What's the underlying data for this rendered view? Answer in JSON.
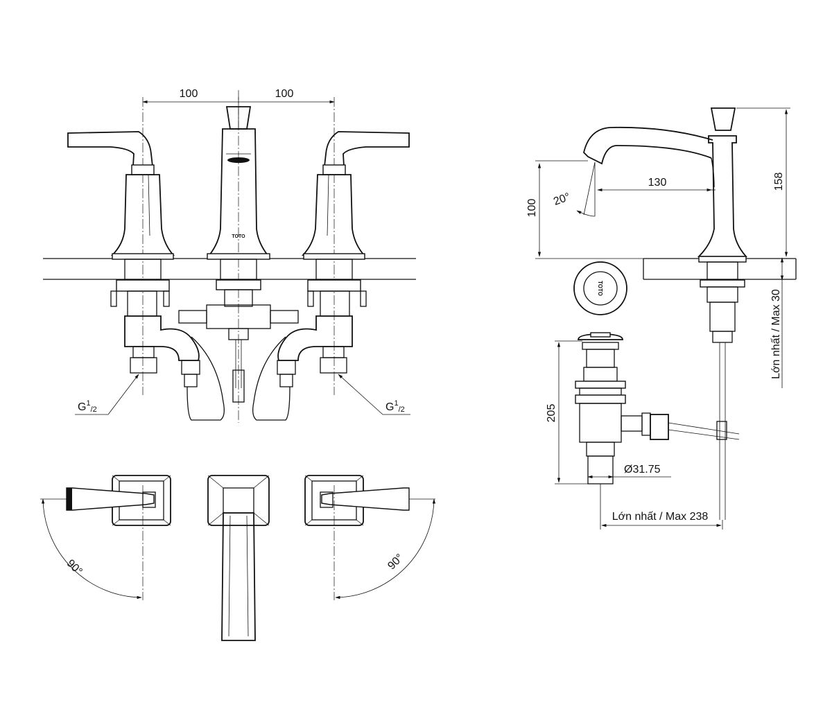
{
  "front_view": {
    "spacing_left": "100",
    "spacing_right": "100",
    "thread_left": "G",
    "thread_left_sup": "1",
    "thread_left_sub": "/2",
    "thread_right": "G",
    "thread_right_sup": "1",
    "thread_right_sub": "/2",
    "brand_mark": "TOTO"
  },
  "plan_view": {
    "angle_left": "90°",
    "angle_right": "90°"
  },
  "side_view": {
    "reach": "130",
    "spout_angle": "20°",
    "spout_height": "100",
    "total_height": "158",
    "deck_thickness": "Lớn nhất / Max 30",
    "waste_height": "205",
    "waste_diameter": "Ø31.75",
    "rod_length": "Lớn nhất / Max 238",
    "cap_mark": "TOTO"
  }
}
